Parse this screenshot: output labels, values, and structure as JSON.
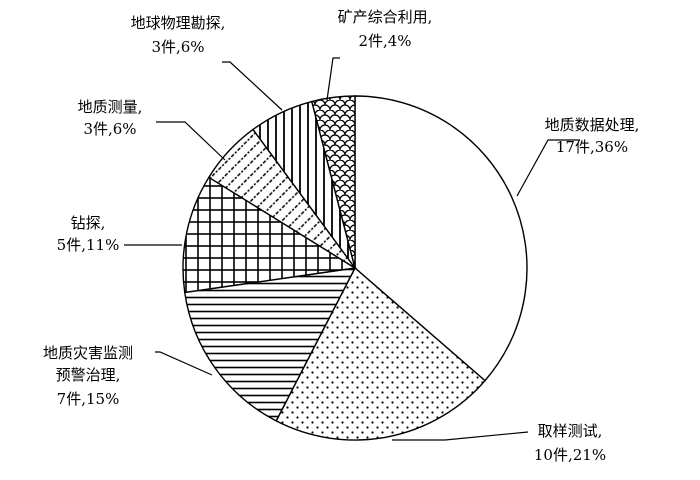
{
  "chart_data": {
    "type": "pie",
    "title": "",
    "slices": [
      {
        "name": "地质数据处理,",
        "detail": "17件,36%",
        "count": 17,
        "percent": 36,
        "pattern": "blank"
      },
      {
        "name": "取样测试,",
        "detail": "10件,21%",
        "count": 10,
        "percent": 21,
        "pattern": "dots"
      },
      {
        "name": "地质灾害监测",
        "name2": "预警治理,",
        "detail": "7件,15%",
        "count": 7,
        "percent": 15,
        "pattern": "horizontal-lines"
      },
      {
        "name": "钻探,",
        "detail": "5件,11%",
        "count": 5,
        "percent": 11,
        "pattern": "grid"
      },
      {
        "name": "地质测量,",
        "detail": "3件,6%",
        "count": 3,
        "percent": 6,
        "pattern": "diagonal-dashes"
      },
      {
        "name": "地球物理勘探,",
        "detail": "3件,6%",
        "count": 3,
        "percent": 6,
        "pattern": "vertical-lines"
      },
      {
        "name": "矿产综合利用,",
        "detail": "2件,4%",
        "count": 2,
        "percent": 4,
        "pattern": "scales"
      }
    ],
    "start_angle": "12-o'clock",
    "direction": "clockwise",
    "legend": "none",
    "colors": {
      "stroke": "#000000",
      "fill": "#ffffff"
    }
  }
}
